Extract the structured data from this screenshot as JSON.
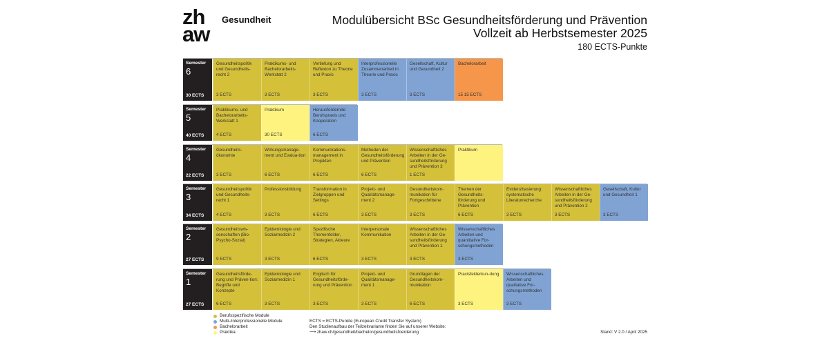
{
  "header": {
    "logo": [
      "zh",
      "aw"
    ],
    "department": "Gesundheit",
    "title_line1": "Modulübersicht BSc Gesundheitsförderung und Prävention",
    "title_line2": "Vollzeit ab Herbstsemester 2025",
    "title_line3": "180 ECTS-Punkte"
  },
  "colors": {
    "berufsspezifisch": "#d5c03a",
    "interprofessionell": "#80a3d4",
    "bachelorarbeit": "#f5964a",
    "praktika": "#fff380",
    "semester": "#231f20"
  },
  "semesters": [
    {
      "label": "Semester",
      "number": "6",
      "ects": "30 ECTS",
      "modules": [
        {
          "name": "Gesundheitspolitik und Gesundheits-recht 2",
          "ects": "3 ECTS",
          "type": "berufsspezifisch"
        },
        {
          "name": "Praktikums- und Bachelorarbeits-Werkstatt 2",
          "ects": "3 ECTS",
          "type": "berufsspezifisch"
        },
        {
          "name": "Vertiefung und Reflexion zu Theorie und Praxis",
          "ects": "3 ECTS",
          "type": "berufsspezifisch"
        },
        {
          "name": "Interprofessionelle Zusammenarbeit in Theorie und Praxis",
          "ects": "3 ECTS",
          "type": "interprofessionell"
        },
        {
          "name": "Gesellschaft, Kultur und Gesundheit 2",
          "ects": "3 ECTS",
          "type": "interprofessionell"
        },
        {
          "name": "Bachelorarbeit",
          "ects": "15 15 ECTS",
          "type": "bachelorarbeit"
        }
      ]
    },
    {
      "label": "Semester",
      "number": "5",
      "ects": "40 ECTS",
      "modules": [
        {
          "name": "Praktikums- und Bachelorarbeits-Werkstatt 1",
          "ects": "4 ECTS",
          "type": "berufsspezifisch"
        },
        {
          "name": "Praktikum",
          "ects": "30 ECTS",
          "type": "praktika"
        },
        {
          "name": "Herausfordernde Berufspraxis und Kooperation",
          "ects": "6 ECTS",
          "type": "interprofessionell"
        }
      ]
    },
    {
      "label": "Semester",
      "number": "4",
      "ects": "22 ECTS",
      "modules": [
        {
          "name": "Gesundheits-ökonomie",
          "ects": "3 ECTS",
          "type": "berufsspezifisch"
        },
        {
          "name": "Wirkungsmanage-ment und Evalua-tion",
          "ects": "6 ECTS",
          "type": "berufsspezifisch"
        },
        {
          "name": "Kommunikations-management in Projekten",
          "ects": "6 ECTS",
          "type": "berufsspezifisch"
        },
        {
          "name": "Methoden der Gesundheitsförderung und Prävention",
          "ects": "6 ECTS",
          "type": "berufsspezifisch"
        },
        {
          "name": "Wissenschaftliches Arbeiten in der Ge-sundheitsförderung und Prävention 3",
          "ects": "1 ECTS",
          "type": "berufsspezifisch"
        },
        {
          "name": "Praktikum",
          "ects": "",
          "type": "praktika"
        }
      ]
    },
    {
      "label": "Semester",
      "number": "3",
      "ects": "34 ECTS",
      "modules": [
        {
          "name": "Gesundheitspolitik und Gesundheits-recht 1",
          "ects": "4 ECTS",
          "type": "berufsspezifisch"
        },
        {
          "name": "Professionsbildung",
          "ects": "3 ECTS",
          "type": "berufsspezifisch"
        },
        {
          "name": "Transformation in Zielgruppen und Settings",
          "ects": "6 ECTS",
          "type": "berufsspezifisch"
        },
        {
          "name": "Projekt- und Qualitätsmanage-ment 2",
          "ects": "3 ECTS",
          "type": "berufsspezifisch"
        },
        {
          "name": "Gesundheitskom-munikation für Fortgeschrittene",
          "ects": "3 ECTS",
          "type": "berufsspezifisch"
        },
        {
          "name": "Themen der Gesundheits-förderung und Prävention",
          "ects": "6 ECTS",
          "type": "berufsspezifisch"
        },
        {
          "name": "Evidenzbasierung: systematische Literaturrecherche",
          "ects": "3 ECTS",
          "type": "berufsspezifisch"
        },
        {
          "name": "Wissenschaftliches Arbeiten in der Ge-sundheitsförderung und Prävention 2",
          "ects": "3 ECTS",
          "type": "berufsspezifisch"
        },
        {
          "name": "Gesellschaft, Kultur und Gesundheit 1",
          "ects": "3 ECTS",
          "type": "interprofessionell"
        }
      ]
    },
    {
      "label": "Semester",
      "number": "2",
      "ects": "27 ECTS",
      "modules": [
        {
          "name": "Gesundheitswis-senschaften (Bio-Psycho-Sozial)",
          "ects": "9 ECTS",
          "type": "berufsspezifisch"
        },
        {
          "name": "Epidemiologie und Sozialmedizin 2",
          "ects": "3 ECTS",
          "type": "berufsspezifisch"
        },
        {
          "name": "Spezifische Themenfelder, Strategien, Akteure",
          "ects": "6 ECTS",
          "type": "berufsspezifisch"
        },
        {
          "name": "Interpersonale Kommunikation",
          "ects": "3 ECTS",
          "type": "berufsspezifisch"
        },
        {
          "name": "Wissenschaftliches Arbeiten in der Ge-sundheitsförderung und Prävention 1",
          "ects": "3 ECTS",
          "type": "berufsspezifisch"
        },
        {
          "name": "Wissenschaftliches Arbeiten und quantitative For-schungsmethoden",
          "ects": "3 ECTS",
          "type": "interprofessionell"
        }
      ]
    },
    {
      "label": "Semester",
      "number": "1",
      "ects": "27 ECTS",
      "modules": [
        {
          "name": "Gesundheitsförde-rung und Präven-tion: Begriffe und Konzepte",
          "ects": "6 ECTS",
          "type": "berufsspezifisch"
        },
        {
          "name": "Epidemiologie und Sozialmedizin 1",
          "ects": "3 ECTS",
          "type": "berufsspezifisch"
        },
        {
          "name": "Englisch für Gesundheitsförde-rung und Prävention",
          "ects": "3 ECTS",
          "type": "berufsspezifisch"
        },
        {
          "name": "Projekt- und Qualitätsmanage-ment 1",
          "ects": "3 ECTS",
          "type": "berufsspezifisch"
        },
        {
          "name": "Grundlagen der Gesundheitskom-munikation",
          "ects": "6 ECTS",
          "type": "berufsspezifisch"
        },
        {
          "name": "Praxisfelderkun-dung",
          "ects": "3 ECTS",
          "type": "praktika"
        },
        {
          "name": "Wissenschaftliches Arbeiten und qualitative For-schungsmethoden",
          "ects": "3 ECTS",
          "type": "interprofessionell"
        }
      ]
    }
  ],
  "legend": [
    {
      "label": "Berufsspezifische Module",
      "type": "berufsspezifisch"
    },
    {
      "label": "Multi-/interprofessionelle Module",
      "type": "interprofessionell"
    },
    {
      "label": "Bachelorarbeit",
      "type": "bachelorarbeit"
    },
    {
      "label": "Praktika",
      "type": "praktika"
    }
  ],
  "footer": {
    "ects_note": "ECTS = ECTS-Punkte (European Credit Transfer System)",
    "website_note": "Den Studienaufbau der Teilzeitvariante finden Sie auf unserer Website:",
    "link": "⟶ zhaw.ch/gesundheit/bachelor/gesundheitsfoerderung",
    "stand": "Stand: V 2.0  / April 2025"
  }
}
